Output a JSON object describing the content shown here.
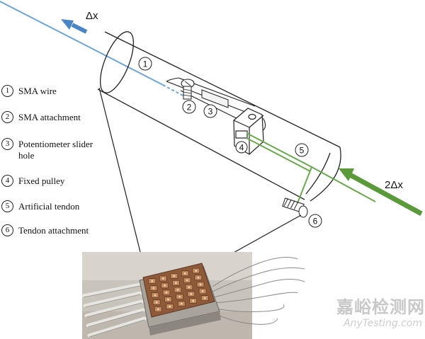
{
  "arrows": {
    "sma_displacement": "Δx",
    "tendon_displacement": "2Δx"
  },
  "callouts": [
    "1",
    "2",
    "3",
    "4",
    "5",
    "6"
  ],
  "legend": [
    {
      "num": "1",
      "label": "SMA wire"
    },
    {
      "num": "2",
      "label": "SMA attachment"
    },
    {
      "num": "3",
      "label": "Potentiometer slider hole"
    },
    {
      "num": "4",
      "label": "Fixed pulley"
    },
    {
      "num": "5",
      "label": "Artificial tendon"
    },
    {
      "num": "6",
      "label": "Tendon attachment"
    }
  ],
  "photo": {
    "grid_rows": 5,
    "grid_cols": 5
  },
  "watermark": {
    "cn": "嘉峪检测网",
    "en": "AnyTesting.com"
  },
  "colors": {
    "sma_wire": "#6fa3d8",
    "sma_arrow": "#4a86c5",
    "tendon": "#6aa84f",
    "tendon_arrow": "#5b9a3a",
    "outline": "#222222"
  }
}
